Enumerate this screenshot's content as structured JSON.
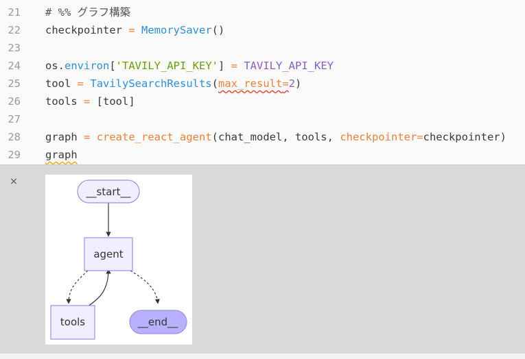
{
  "editor": {
    "lines": [
      {
        "number": "21",
        "tokens": [
          {
            "text": "# %% グラフ構築",
            "kind": "comment"
          }
        ]
      },
      {
        "number": "22",
        "tokens": [
          {
            "text": "checkpointer ",
            "kind": "plain"
          },
          {
            "text": "=",
            "kind": "op"
          },
          {
            "text": " ",
            "kind": "plain"
          },
          {
            "text": "MemorySaver",
            "kind": "fn"
          },
          {
            "text": "()",
            "kind": "plain"
          }
        ]
      },
      {
        "number": "23",
        "tokens": []
      },
      {
        "number": "24",
        "tokens": [
          {
            "text": "os.",
            "kind": "plain"
          },
          {
            "text": "environ",
            "kind": "fn"
          },
          {
            "text": "[",
            "kind": "plain"
          },
          {
            "text": "'TAVILY_API_KEY'",
            "kind": "str"
          },
          {
            "text": "] ",
            "kind": "plain"
          },
          {
            "text": "=",
            "kind": "op"
          },
          {
            "text": " ",
            "kind": "plain"
          },
          {
            "text": "TAVILY_API_KEY",
            "kind": "const"
          }
        ]
      },
      {
        "number": "25",
        "tokens": [
          {
            "text": "tool ",
            "kind": "plain"
          },
          {
            "text": "=",
            "kind": "op"
          },
          {
            "text": " ",
            "kind": "plain"
          },
          {
            "text": "TavilySearchResults",
            "kind": "fn"
          },
          {
            "text": "(",
            "kind": "plain"
          },
          {
            "text": "max_result",
            "kind": "kw",
            "squiggle": "red"
          },
          {
            "text": "=",
            "kind": "op",
            "squiggle": "red"
          },
          {
            "text": "2",
            "kind": "num"
          },
          {
            "text": ")",
            "kind": "plain"
          }
        ]
      },
      {
        "number": "26",
        "tokens": [
          {
            "text": "tools ",
            "kind": "plain"
          },
          {
            "text": "=",
            "kind": "op"
          },
          {
            "text": " [tool]",
            "kind": "plain"
          }
        ]
      },
      {
        "number": "27",
        "tokens": []
      },
      {
        "number": "28",
        "tokens": [
          {
            "text": "graph ",
            "kind": "plain"
          },
          {
            "text": "=",
            "kind": "op"
          },
          {
            "text": " ",
            "kind": "plain"
          },
          {
            "text": "create_react_agent",
            "kind": "kw"
          },
          {
            "text": "(chat_model, tools, ",
            "kind": "plain"
          },
          {
            "text": "checkpointer",
            "kind": "kw"
          },
          {
            "text": "=",
            "kind": "op"
          },
          {
            "text": "checkpointer)",
            "kind": "plain"
          }
        ]
      },
      {
        "number": "29",
        "tokens": [
          {
            "text": "graph",
            "kind": "plain",
            "squiggle": "yellow"
          }
        ]
      }
    ]
  },
  "output": {
    "close_glyph": "×",
    "graph": {
      "nodes": {
        "start": "__start__",
        "agent": "agent",
        "tools": "tools",
        "end": "__end__"
      },
      "colors": {
        "node_fill": "#f0efff",
        "node_stroke": "#9b8fe0",
        "end_fill": "#b9b0ff",
        "edge": "#333333"
      }
    }
  }
}
